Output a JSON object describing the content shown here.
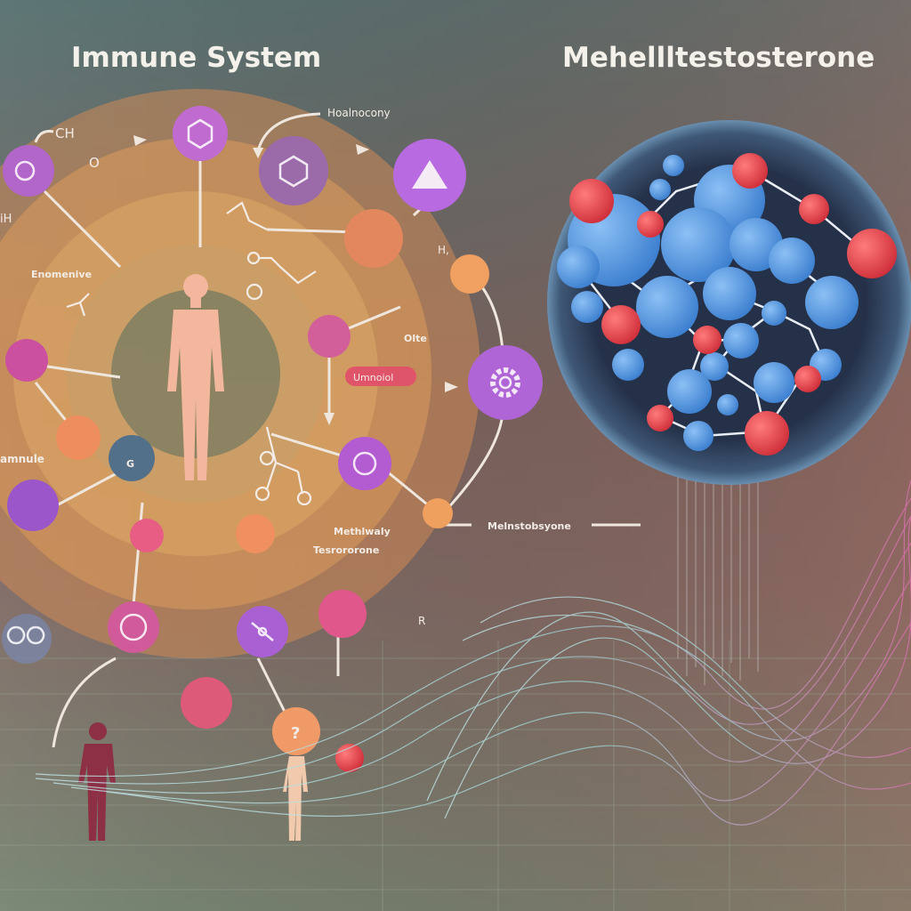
{
  "titles": {
    "left": "Immune System",
    "right": "Mehellltestosterone"
  },
  "labels": {
    "ch": "CH",
    "o": "O",
    "h_left": "iH",
    "hormone_top": "Hoalnocony",
    "enomenive": "Enomenive",
    "h1": "H,",
    "olte": "Olte",
    "pill": "Umnoiol",
    "immunule": "amnule",
    "methylly": "Methlwaly",
    "testosterone": "Tesrororone",
    "metestosterone": "Melnstobsyone",
    "g": "G",
    "r": "R",
    "question": "?"
  },
  "colors": {
    "bg_top": "#5d7776",
    "bg_mid": "#8a625c",
    "bg_bottom": "#7c8a77",
    "ring": "#d9995a",
    "sphere": "#2d3a52",
    "atom_blue": "#5b9be0",
    "atom_red": "#e0474c",
    "node_purple": "#b765d4",
    "node_orange": "#ef9a5c",
    "node_pink": "#d95a8c"
  }
}
